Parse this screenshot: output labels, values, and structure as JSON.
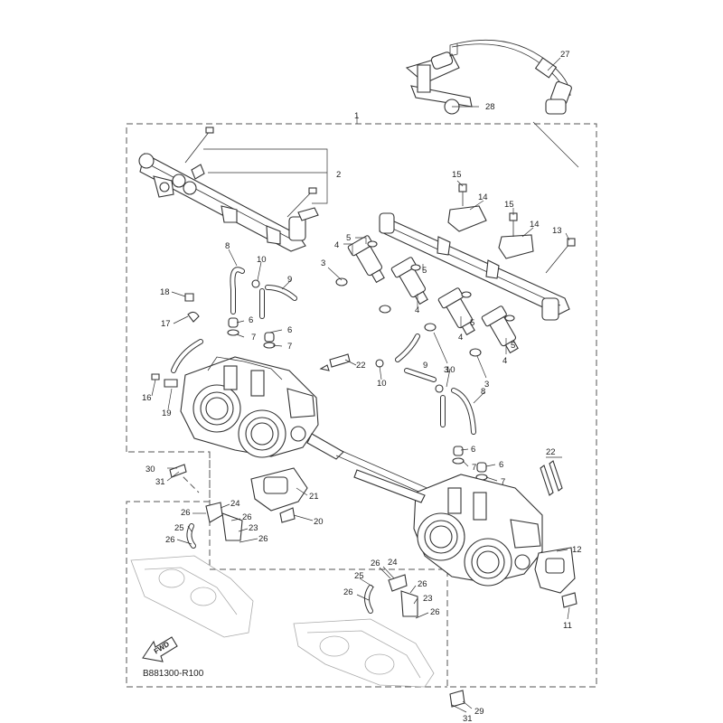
{
  "diagram_code": "B881300-R100",
  "fwd_label": "FWD",
  "callouts": [
    "1",
    "2",
    "3",
    "4",
    "5",
    "6",
    "7",
    "8",
    "9",
    "10",
    "11",
    "12",
    "13",
    "14",
    "15",
    "16",
    "17",
    "18",
    "19",
    "20",
    "21",
    "22",
    "23",
    "24",
    "25",
    "26",
    "27",
    "28",
    "29",
    "30",
    "31"
  ],
  "colors": {
    "line": "#333333",
    "ghost": "#aaaaaa",
    "background": "#ffffff"
  }
}
